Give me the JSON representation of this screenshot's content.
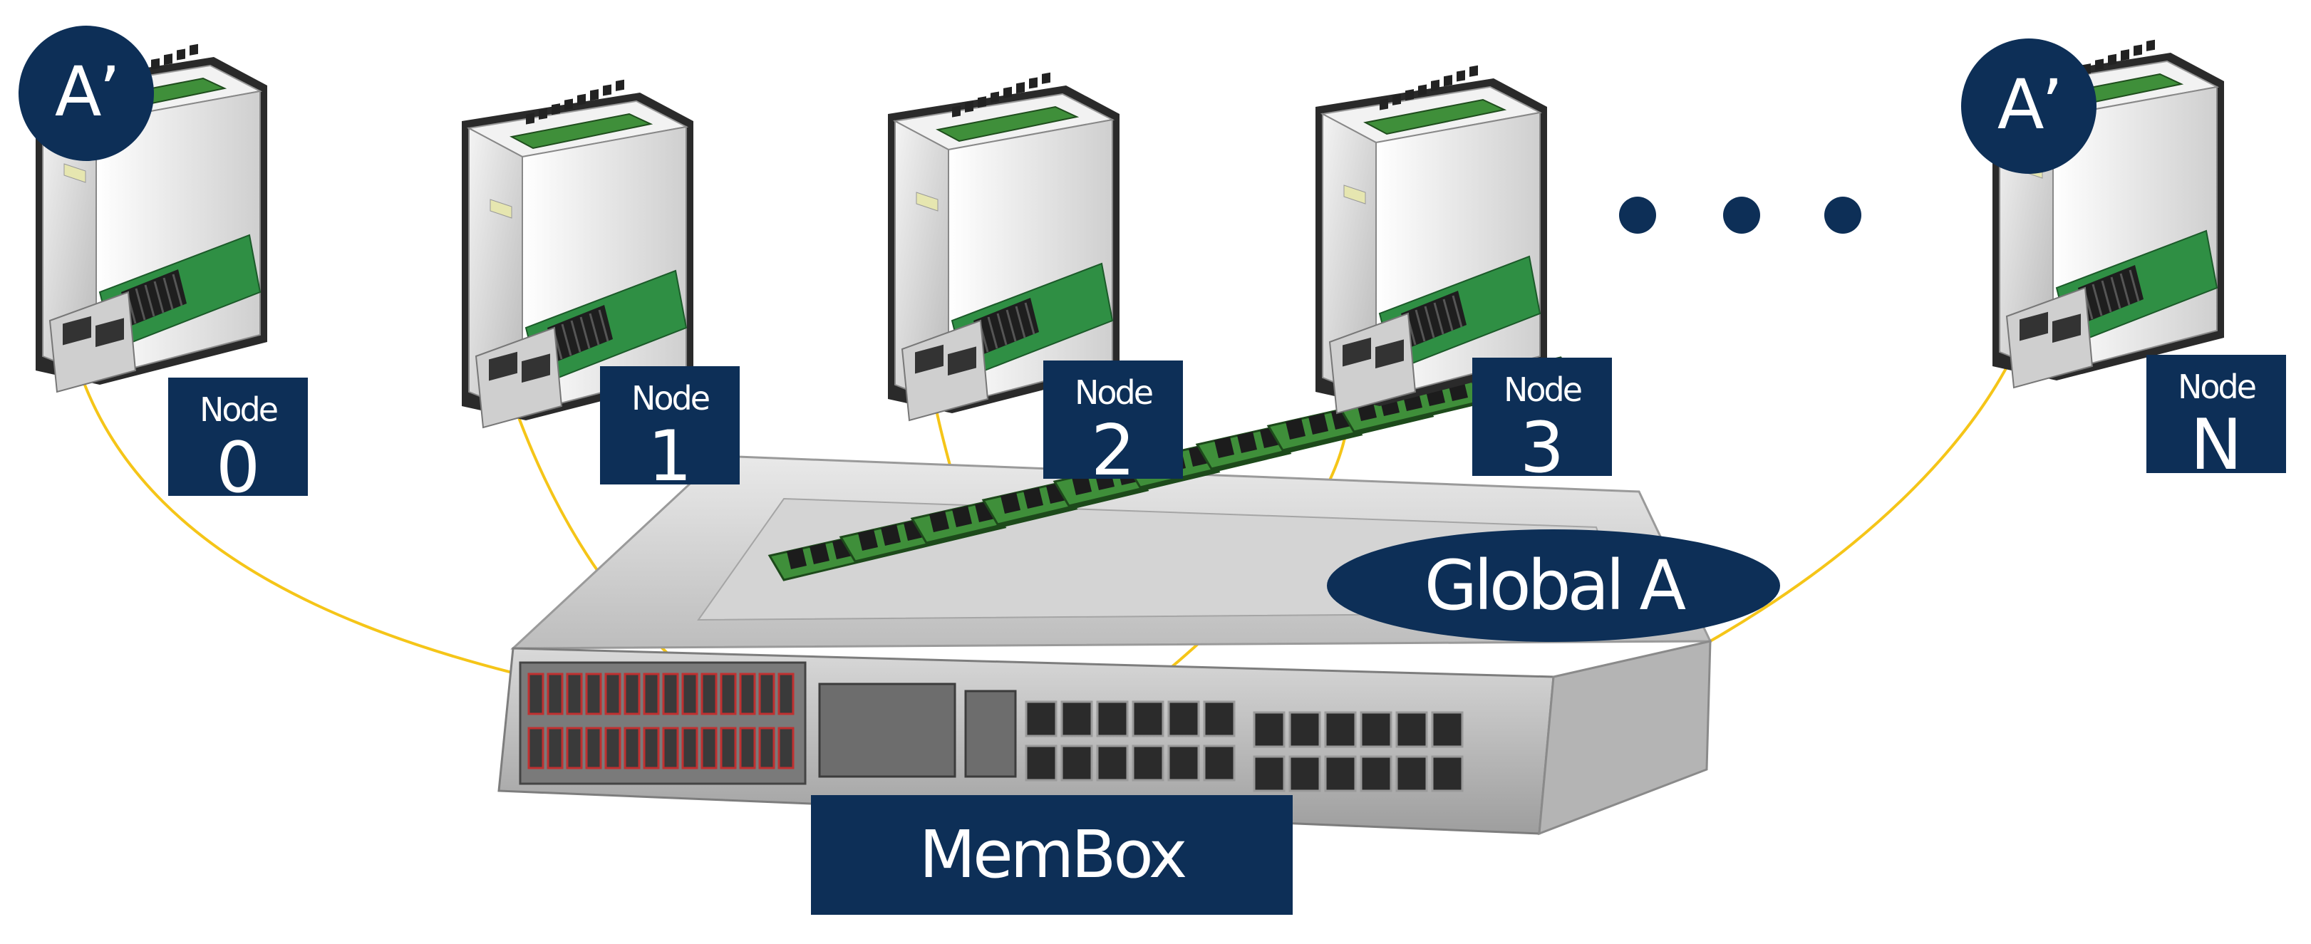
{
  "nodes": [
    {
      "label": "Node",
      "number": "0",
      "badge": "A’"
    },
    {
      "label": "Node",
      "number": "1",
      "badge": ""
    },
    {
      "label": "Node",
      "number": "2",
      "badge": ""
    },
    {
      "label": "Node",
      "number": "3",
      "badge": ""
    },
    {
      "label": "Node",
      "number": "N",
      "badge": "A’"
    }
  ],
  "global_label": "Global A",
  "membox_label": "MemBox",
  "colors": {
    "label_background": "#0d2f57",
    "label_text": "#ffffff",
    "cable": "#f5c518",
    "dimm_green": "#3f8f3a",
    "server_body": "#dcdcdc",
    "switch_body": "#c9c9c9"
  }
}
